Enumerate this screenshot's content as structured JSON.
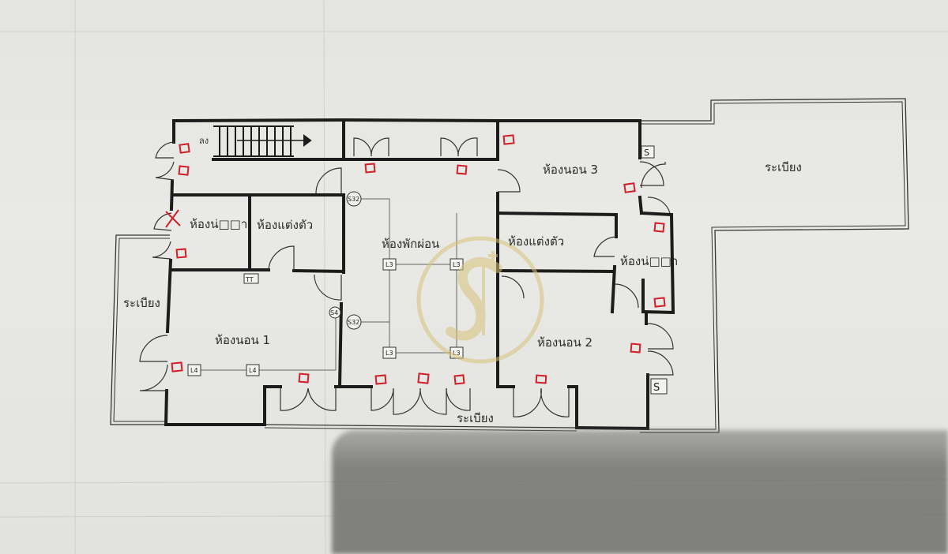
{
  "labels": {
    "stairs_down": "ลง",
    "bedroom_3": "ห้องนอน 3",
    "terrace_east": "ระเบียง",
    "bathroom_left": "ห้องน่□□า",
    "dressing_left": "ห้องแต่งตัว",
    "living_room": "ห้องพักผ่อน",
    "dressing_right": "ห้องแต่งตัว",
    "bathroom_right": "ห้องน่□□า",
    "terrace_west": "ระเบียง",
    "bedroom_1": "ห้องนอน 1",
    "bedroom_2": "ห้องนอน 2",
    "terrace_south": "ระเบียง"
  },
  "switch_codes": {
    "s32_top": "S32",
    "s32_mid": "S32",
    "s4": "S4",
    "s_top": "S",
    "s_bottom": "S",
    "tt": "TT"
  },
  "fixtures": {
    "l3_a": "L3",
    "l3_b": "L3",
    "l3_c": "L3",
    "l3_d": "L3",
    "l4_a": "L4",
    "l4_b": "L4"
  },
  "colors": {
    "wall": "#1c1c1c",
    "marker": "#d0202a",
    "watermark": "#d8c27a",
    "paper": "#e8e8e5"
  }
}
